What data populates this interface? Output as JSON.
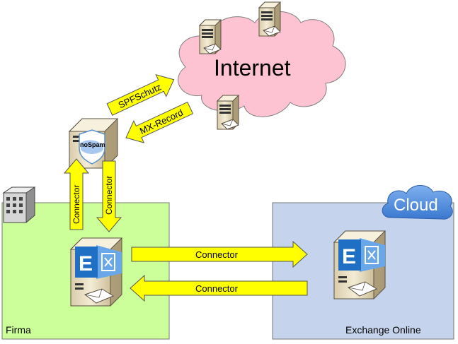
{
  "colors": {
    "firma_zone": "#ccfe99",
    "cloud_zone": "#c5d4ec",
    "internet_cloud": "#fdc3d3",
    "cloud_badge": "#4f8ee0",
    "arrow_fill": "#ffff00",
    "exchange_blue": "#1f6fc5",
    "server_beige": "#eee3c7"
  },
  "zones": {
    "firma": "Firma",
    "exchange_online": "Exchange Online"
  },
  "internet_label": "Internet",
  "cloud_badge_label": "Cloud",
  "nospam_label": "noSpam",
  "exchange_letter": "E",
  "arrows": {
    "spf": "SPFSchutz",
    "mx": "MX-Record",
    "connector_up": "Connector",
    "connector_down": "Connector",
    "connector_right": "Connector",
    "connector_left": "Connector"
  }
}
